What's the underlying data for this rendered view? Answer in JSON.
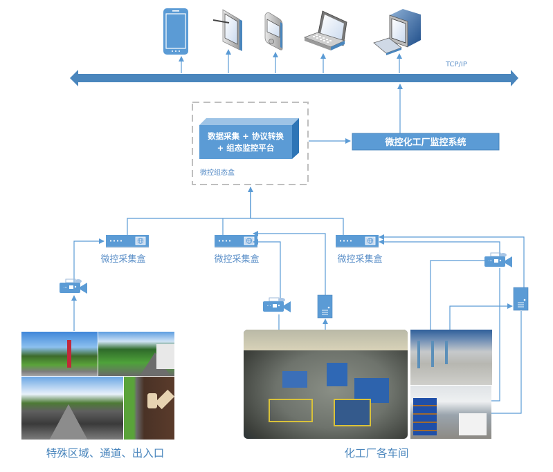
{
  "network": {
    "protocol_label": "TCP/IP"
  },
  "clients": [
    {
      "icon": "smartphone-icon",
      "label": ""
    },
    {
      "icon": "tablet-with-stylus-icon",
      "label": ""
    },
    {
      "icon": "pda-icon",
      "label": ""
    },
    {
      "icon": "laptop-icon",
      "label": ""
    },
    {
      "icon": "desktop-computer-icon",
      "label": ""
    }
  ],
  "config_box": {
    "platform_line1": "数据采集 + 协议转换",
    "platform_line2": "+ 组态监控平台",
    "container_label": "微控组态盒"
  },
  "monitoring_system": {
    "label": "微控化工厂监控系统"
  },
  "collectors": [
    {
      "label": "微控采集盒"
    },
    {
      "label": "微控采集盒"
    },
    {
      "label": "微控采集盒"
    }
  ],
  "devices": {
    "camera_icon": "video-camera-icon",
    "server_icon": "server-tower-icon"
  },
  "areas": {
    "left_caption": "特殊区域、通道、出入口",
    "right_caption": "化工厂各车间"
  },
  "colors": {
    "bus": "#4a86bd",
    "box_blue": "#5b9bd5",
    "line_blue": "#5b9bd5",
    "text_blue": "#5b8fc8",
    "dash_gray": "#bfbfbf"
  }
}
